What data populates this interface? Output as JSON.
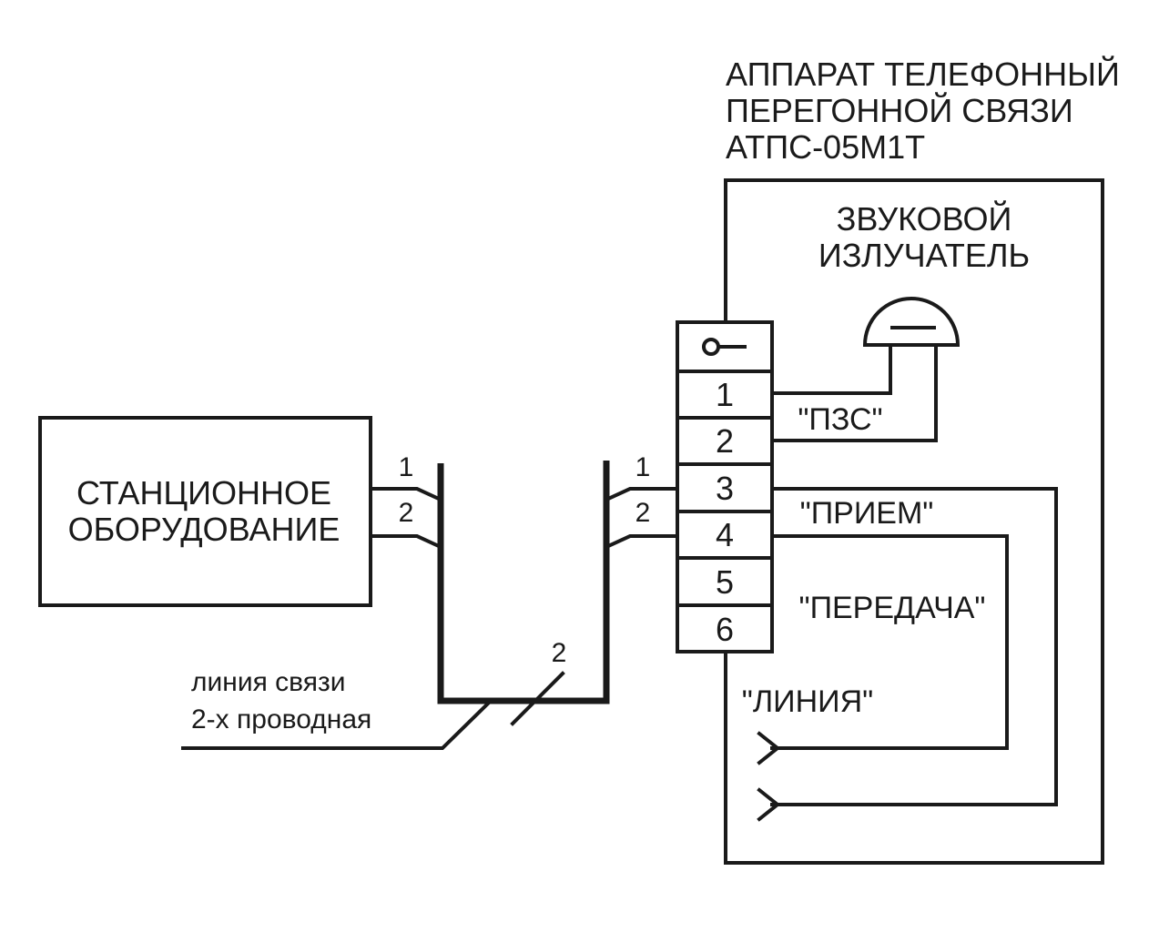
{
  "device": {
    "title_lines": [
      "АППАРАТ ТЕЛЕФОННЫЙ",
      "ПЕРЕГОННОЙ СВЯЗИ",
      "АТПС-05М1Т"
    ],
    "emitter_lines": [
      "ЗВУКОВОЙ",
      "ИЗЛУЧАТЕЛЬ"
    ]
  },
  "station": {
    "lines": [
      "СТАНЦИОННОЕ",
      "ОБОРУДОВАНИЕ"
    ],
    "wire_labels": [
      "1",
      "2"
    ]
  },
  "line": {
    "lines": [
      "линия связи",
      "2-х проводная"
    ],
    "wire_count": "2",
    "device_side_labels": [
      "1",
      "2"
    ]
  },
  "terminal_block": {
    "terminals": [
      "1",
      "2",
      "3",
      "4",
      "5",
      "6"
    ]
  },
  "signals": {
    "pzs": "\"ПЗС\"",
    "priem": "\"ПРИЕМ\"",
    "peredacha": "\"ПЕРЕДАЧА\"",
    "liniya": "\"ЛИНИЯ\""
  },
  "colors": {
    "ink": "#1a1a1a",
    "background": "#ffffff"
  }
}
